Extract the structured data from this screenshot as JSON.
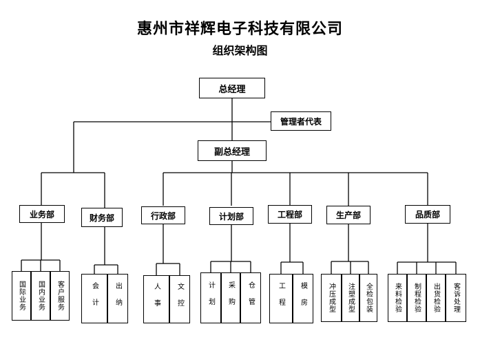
{
  "title": "惠州市祥辉电子科技有限公司",
  "subtitle": "组织架构图",
  "general_manager": "总经理",
  "mgmt_rep": "管理者代表",
  "deputy_gm": "副总经理",
  "departments": [
    {
      "name": "业务部",
      "sections": [
        "国际业务",
        "国内业务",
        "客户服务"
      ]
    },
    {
      "name": "财务部",
      "sections": [
        "会计",
        "出纳"
      ]
    },
    {
      "name": "行政部",
      "sections": [
        "人事",
        "文控"
      ]
    },
    {
      "name": "计划部",
      "sections": [
        "计划",
        "采购",
        "仓管"
      ]
    },
    {
      "name": "工程部",
      "sections": [
        "工程",
        "模房"
      ]
    },
    {
      "name": "生产部",
      "sections": [
        "冲压成型",
        "注塑成型",
        "全检包装"
      ]
    },
    {
      "name": "品质部",
      "sections": [
        "来料检验",
        "制程检验",
        "出货检验",
        "客诉处理"
      ]
    }
  ]
}
